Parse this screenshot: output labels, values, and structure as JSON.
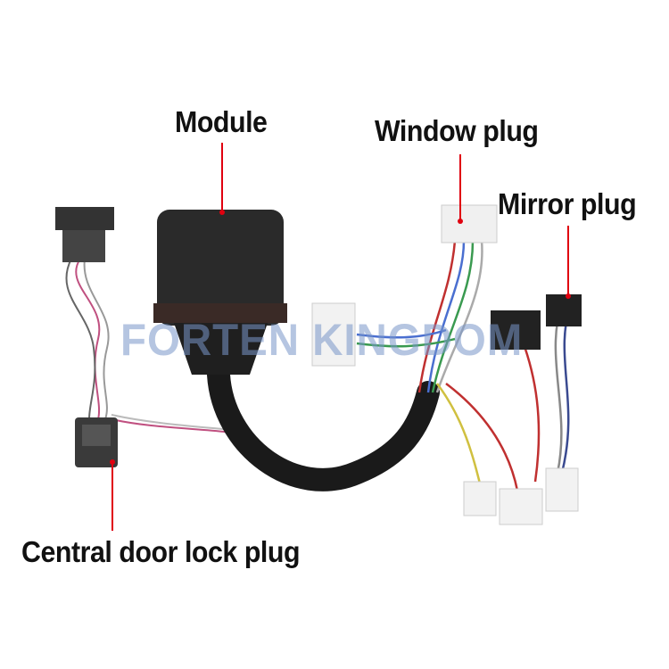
{
  "labels": {
    "module": "Module",
    "window_plug": "Window plug",
    "mirror_plug": "Mirror plug",
    "central_lock_plug": "Central door lock plug"
  },
  "watermark": "FORTEN KINGDOM",
  "colors": {
    "pointer": "#e0000f",
    "module": "#2a2a2a",
    "connector_white": "#f2f2f2"
  }
}
